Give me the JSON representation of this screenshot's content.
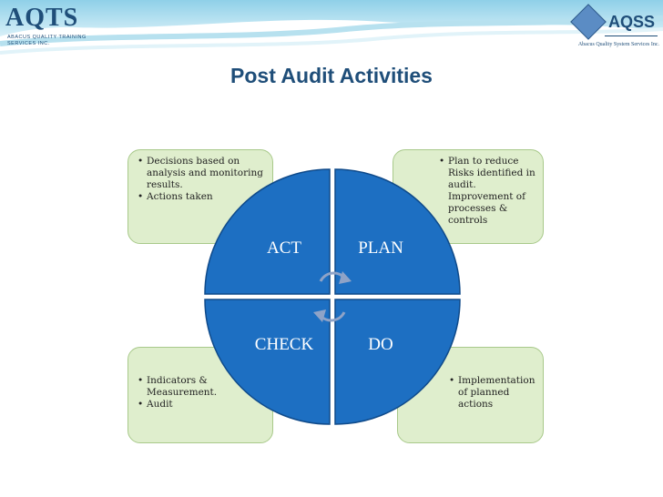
{
  "header": {
    "logo_left_mark": "AQTS",
    "logo_left_subtitle": "Abacus Quality Training Services Inc.",
    "logo_right_mark": "AQSS",
    "logo_right_subtitle": "Abacus Quality System Services Inc."
  },
  "title": "Post Audit Activities",
  "cycle": {
    "act": "ACT",
    "plan": "PLAN",
    "check": "CHECK",
    "do": "DO"
  },
  "notes": {
    "act": [
      "Decisions based on analysis and monitoring results.",
      "Actions taken"
    ],
    "plan": [
      "Plan to reduce Risks identified in audit. Improvement of processes & controls"
    ],
    "check": [
      "Indicators & Measurement.",
      "Audit"
    ],
    "do": [
      "Implementation of planned actions"
    ]
  },
  "colors": {
    "title": "#1f4e79",
    "quadrant_fill": "#1d6fc2",
    "quadrant_border": "#0f4a8a",
    "note_fill": "#dfeecd",
    "arrow": "#6b7fa8"
  }
}
